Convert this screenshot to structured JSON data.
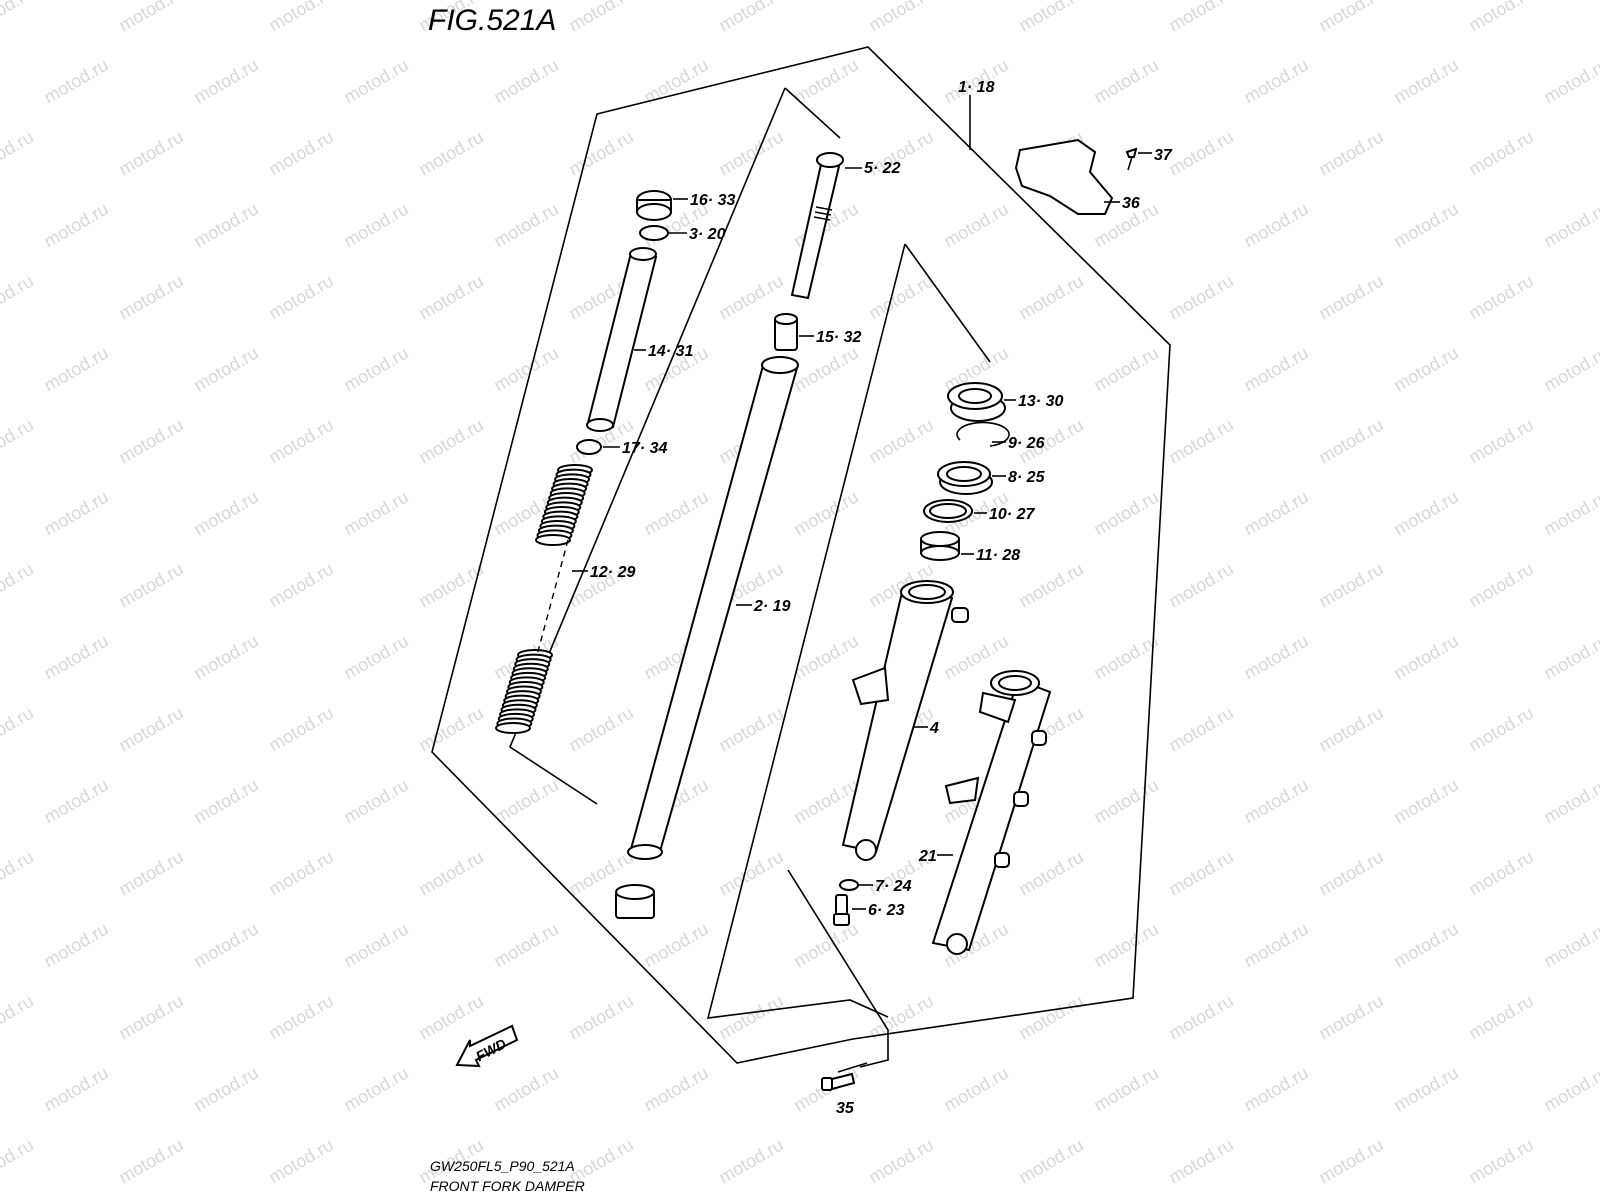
{
  "figure": {
    "title": "FIG.521A",
    "code": "GW250FL5_P90_521A",
    "name": "FRONT FORK DAMPER",
    "arrow_label": "FWD",
    "watermark": "motod.ru"
  },
  "labels": {
    "l_1_18": "1· 18",
    "l_5_22": "5· 22",
    "l_16_33": "16· 33",
    "l_3_20": "3· 20",
    "l_37": "37",
    "l_36": "36",
    "l_14_31": "14· 31",
    "l_15_32": "15· 32",
    "l_13_30": "13· 30",
    "l_17_34": "17· 34",
    "l_9_26": "9· 26",
    "l_8_25": "8· 25",
    "l_10_27": "10· 27",
    "l_11_28": "11· 28",
    "l_12_29": "12· 29",
    "l_2_19": "2· 19",
    "l_4": "4",
    "l_21": "21",
    "l_7_24": "7· 24",
    "l_6_23": "6· 23",
    "l_35": "35"
  }
}
